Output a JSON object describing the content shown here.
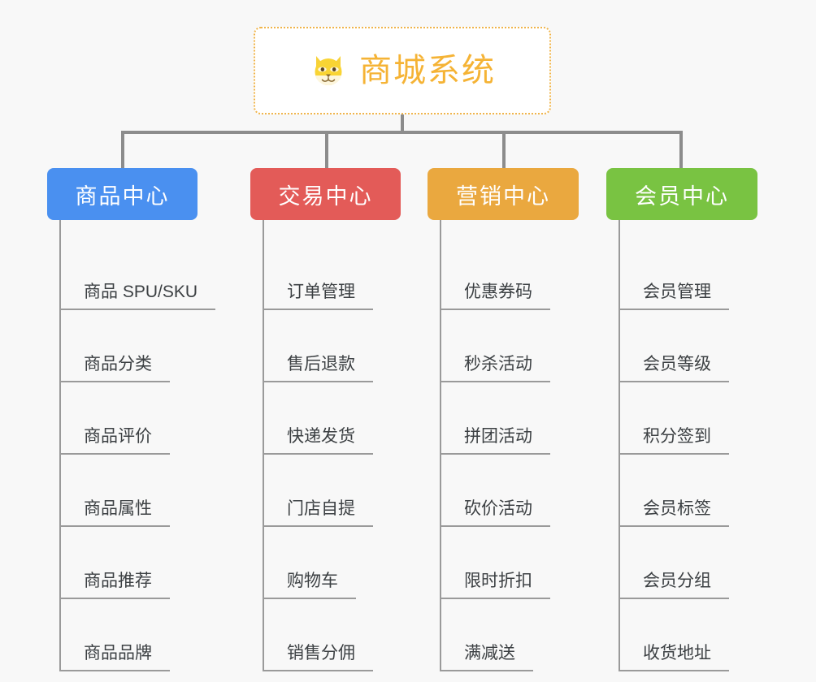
{
  "background_color": "#f8f8f8",
  "root": {
    "icon": "dog-face-emoji",
    "title": "商城系统",
    "border_color": "#f0b44a",
    "text_color": "#f5b335"
  },
  "connector_color": "#8c8c8c",
  "branches": [
    {
      "id": "product-center",
      "title": "商品中心",
      "color": "#4a90f0",
      "width": 185,
      "items": [
        "商品 SPU/SKU",
        "商品分类",
        "商品评价",
        "商品属性",
        "商品推荐",
        "商品品牌"
      ]
    },
    {
      "id": "trade-center",
      "title": "交易中心",
      "color": "#e35b58",
      "width": 185,
      "items": [
        "订单管理",
        "售后退款",
        "快递发货",
        "门店自提",
        "购物车",
        "销售分佣"
      ]
    },
    {
      "id": "marketing-center",
      "title": "营销中心",
      "color": "#eaa83f",
      "width": 186,
      "items": [
        "优惠券码",
        "秒杀活动",
        "拼团活动",
        "砍价活动",
        "限时折扣",
        "满减送"
      ]
    },
    {
      "id": "member-center",
      "title": "会员中心",
      "color": "#79c342",
      "width": 186,
      "items": [
        "会员管理",
        "会员等级",
        "积分签到",
        "会员标签",
        "会员分组",
        "收货地址"
      ]
    }
  ]
}
